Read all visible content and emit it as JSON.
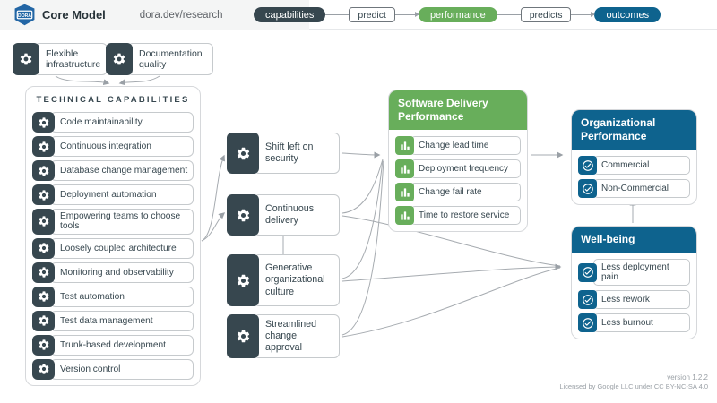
{
  "header": {
    "logo": {
      "badge_text": "DORA",
      "title": "Core Model"
    },
    "link": "dora.dev/research",
    "flow": [
      {
        "label": "capabilities"
      },
      {
        "label": "predict"
      },
      {
        "label": "performance"
      },
      {
        "label": "predicts"
      },
      {
        "label": "outcomes"
      }
    ]
  },
  "standalone_capabilities": [
    {
      "label": "Flexible infrastructure"
    },
    {
      "label": "Documentation quality"
    }
  ],
  "technical_capabilities": {
    "title": "TECHNICAL CAPABILITIES",
    "items": [
      "Code maintainability",
      "Continuous integration",
      "Database change management",
      "Deployment automation",
      "Empowering teams to choose tools",
      "Loosely coupled architecture",
      "Monitoring and observability",
      "Test automation",
      "Test data management",
      "Trunk-based development",
      "Version control"
    ]
  },
  "process_capabilities": [
    {
      "label": "Shift left on security"
    },
    {
      "label": "Continuous delivery"
    },
    {
      "label": "Generative organizational culture"
    },
    {
      "label": "Streamlined change approval"
    }
  ],
  "software_delivery_performance": {
    "title": "Software Delivery Performance",
    "metrics": [
      "Change lead time",
      "Deployment frequency",
      "Change fail rate",
      "Time to restore service"
    ]
  },
  "organizational_performance": {
    "title": "Organizational Performance",
    "items": [
      "Commercial",
      "Non-Commercial"
    ]
  },
  "wellbeing": {
    "title": "Well-being",
    "items": [
      "Less deployment pain",
      "Less rework",
      "Less burnout"
    ]
  },
  "edges": [
    {
      "from": "Flexible infrastructure",
      "to": "Technical capabilities"
    },
    {
      "from": "Documentation quality",
      "to": "Technical capabilities"
    },
    {
      "from": "Technical capabilities",
      "to": "Shift left on security"
    },
    {
      "from": "Technical capabilities",
      "to": "Continuous delivery"
    },
    {
      "from": "Shift left on security",
      "to": "Software Delivery Performance"
    },
    {
      "from": "Continuous delivery",
      "to": "Software Delivery Performance"
    },
    {
      "from": "Generative organizational culture",
      "to": "Software Delivery Performance"
    },
    {
      "from": "Streamlined change approval",
      "to": "Software Delivery Performance"
    },
    {
      "from": "Continuous delivery",
      "to": "Well-being"
    },
    {
      "from": "Generative organizational culture",
      "to": "Well-being"
    },
    {
      "from": "Streamlined change approval",
      "to": "Well-being"
    },
    {
      "from": "Continuous delivery",
      "to": "Generative organizational culture",
      "style": "plain"
    },
    {
      "from": "Software Delivery Performance",
      "to": "Organizational Performance"
    },
    {
      "from": "Well-being",
      "to": "Organizational Performance"
    }
  ],
  "footer": {
    "version": "version 1.2.2",
    "license": "Licensed by Google LLC under CC BY-NC-SA 4.0"
  },
  "colors": {
    "dark_slate": "#37474F",
    "green": "#68AE5B",
    "blue": "#0E638E",
    "logo_blue": "#2266A5",
    "line_gray": "#9AA0A6",
    "header_gray": "#F4F5F5"
  }
}
